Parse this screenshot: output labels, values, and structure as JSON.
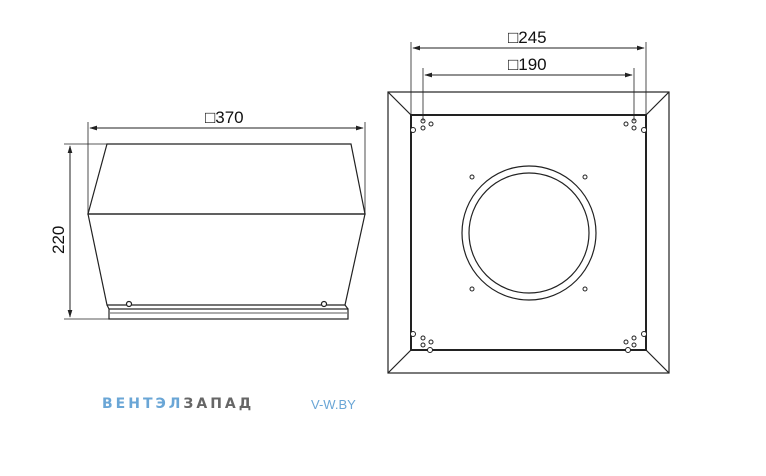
{
  "dimensions": {
    "side_width": "□370",
    "side_height": "220",
    "top_outer": "□245",
    "top_inner": "□190"
  },
  "brand": {
    "part1": "ВЕНТЭЛ",
    "part2": "ЗАПАД",
    "website": "V-W.BY"
  },
  "colors": {
    "accent": "#6aa6d6",
    "gray": "#666666",
    "line": "#222222"
  }
}
